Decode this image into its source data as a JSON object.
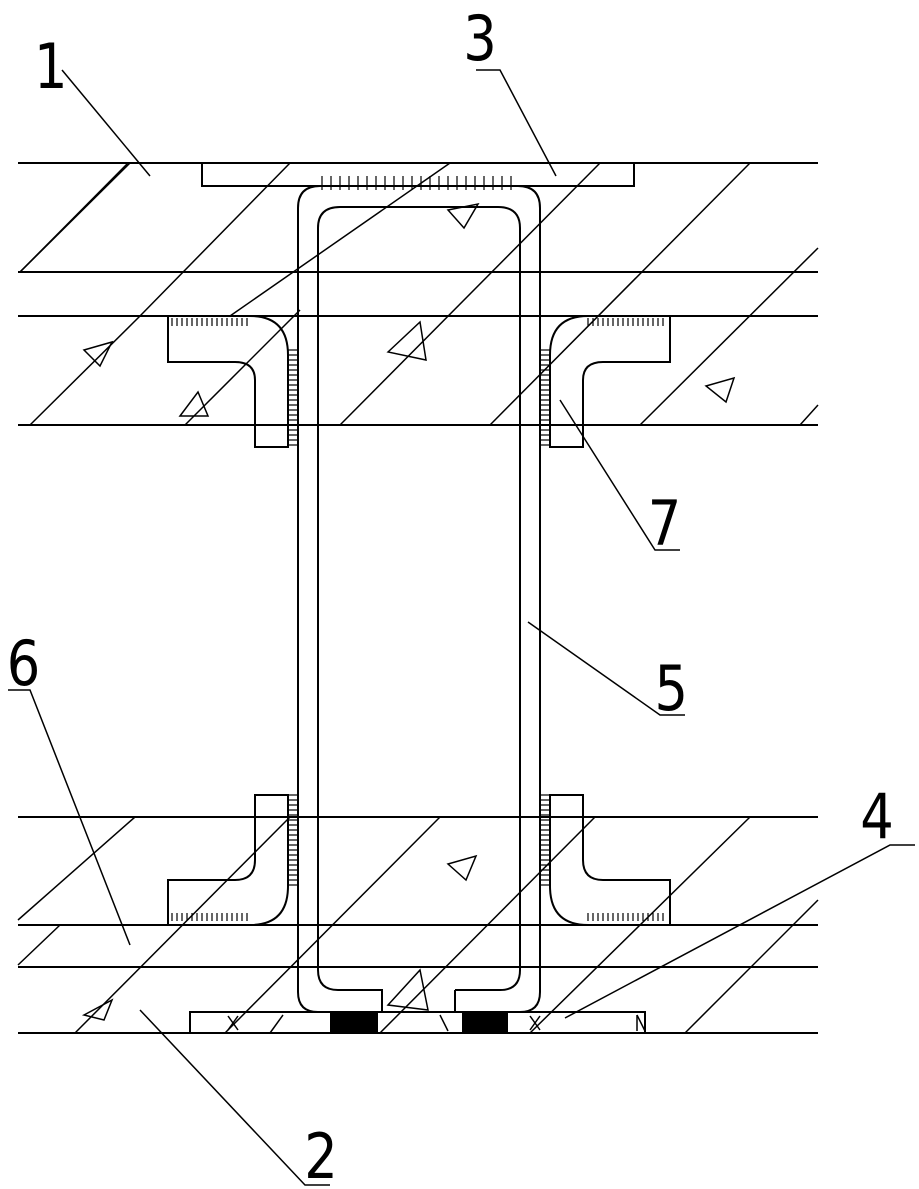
{
  "drawing": {
    "labels": {
      "floor_slab_top": "1",
      "bottom_layer": "2",
      "top_plate": "3",
      "bottom_plate": "4",
      "column": "5",
      "floor_slab_bottom": "6",
      "angle_bracket": "7"
    },
    "colors": {
      "line": "#000000",
      "background": "#ffffff"
    }
  }
}
